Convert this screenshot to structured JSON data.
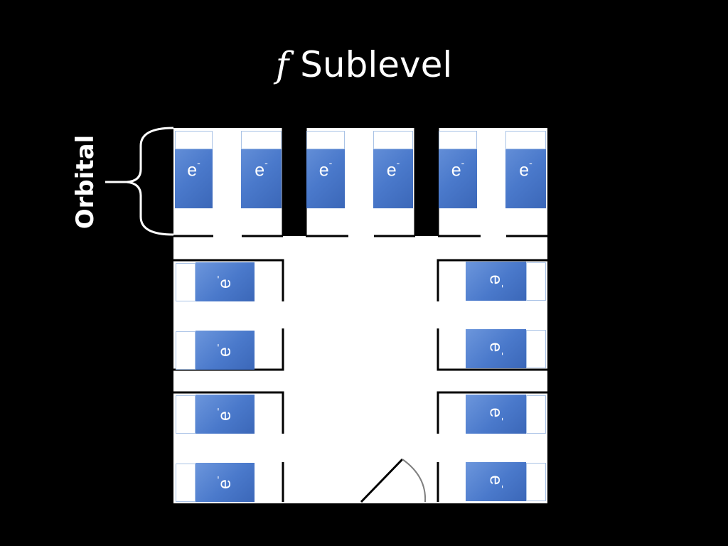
{
  "title": {
    "italic_part": "f",
    "rest": " Sublevel"
  },
  "brace_label": "Orbital",
  "electron": {
    "symbol": "e",
    "charge": "-"
  },
  "colors": {
    "background": "#000000",
    "floor": "#ffffff",
    "bed": "#4a79cb",
    "walls": "#000000",
    "door_arc": "#808080"
  }
}
